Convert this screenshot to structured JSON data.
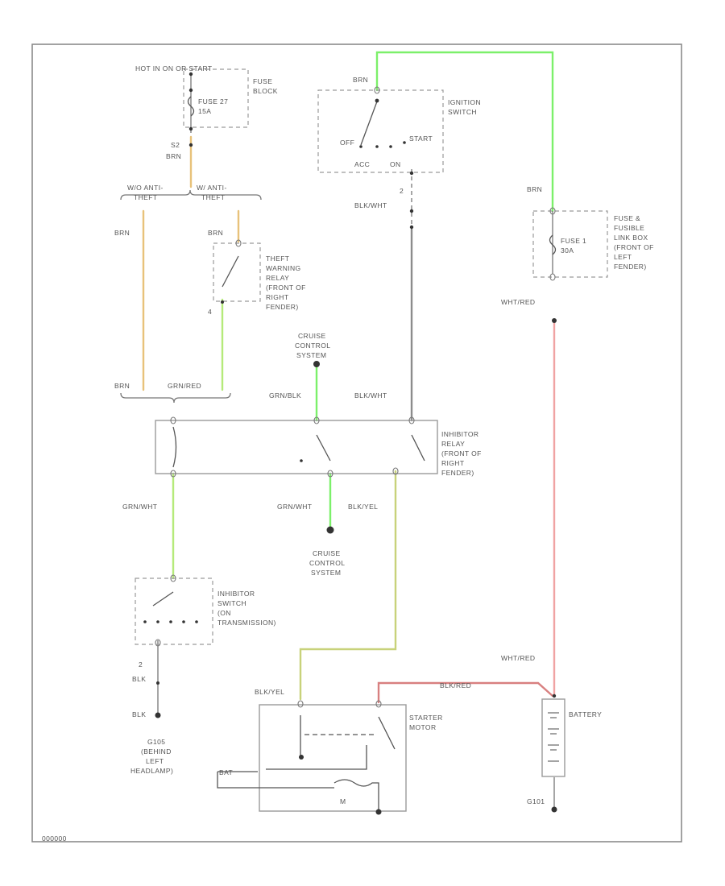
{
  "labels": {
    "fuse_block_header": "HOT IN ON OR START",
    "fuse_block": [
      "FUSE",
      "BLOCK"
    ],
    "fuse27": [
      "FUSE 27",
      "15A"
    ],
    "wire_s2": "S2",
    "wire_brn_top": "BRN",
    "splice_left": [
      "W/O ANTI-",
      "THEFT"
    ],
    "splice_right": [
      "W/ ANTI-",
      "THEFT"
    ],
    "brn_left": "BRN",
    "brn_right": "BRN",
    "theft_relay": [
      "THEFT",
      "WARNING",
      "RELAY",
      "(FRONT OF",
      "RIGHT",
      "FENDER)"
    ],
    "pin_theft": "4",
    "brn_bottom_left": "BRN",
    "grn_red_top": "GRN/RED",
    "ign_brn": "BRN",
    "ignition_switch": [
      "IGNITION",
      "SWITCH"
    ],
    "ign_off": "OFF",
    "ign_start": "START",
    "ign_acc": "ACC",
    "ign_on": "ON",
    "pin_ign": "2",
    "blk_wht_top": "BLK/WHT",
    "cruise_top": [
      "CRUISE",
      "CONTROL",
      "SYSTEM"
    ],
    "grn_blk": "GRN/BLK",
    "blk_wht_mid": "BLK/WHT",
    "inhibitor_relay": [
      "INHIBITOR",
      "RELAY",
      "(FRONT OF",
      "RIGHT",
      "FENDER)"
    ],
    "grn_wht_left": "GRN/WHT",
    "grn_wht_mid": "GRN/WHT",
    "blk_yel_mid": "BLK/YEL",
    "cruise_bottom": [
      "CRUISE",
      "CONTROL",
      "SYSTEM"
    ],
    "inhibitor_switch": [
      "INHIBITOR",
      "SWITCH",
      "(ON",
      "TRANSMISSION)"
    ],
    "pin_inh": "2",
    "blk_1": "BLK",
    "blk_2": "BLK",
    "ground": [
      "G105",
      "(BEHIND",
      "LEFT",
      "HEADLAMP)"
    ],
    "brn_right_top": "BRN",
    "fusible_link": [
      "FUSE &",
      "FUSIBLE",
      "LINK BOX",
      "(FRONT OF",
      "LEFT",
      "FENDER)"
    ],
    "fuse1": [
      "FUSE 1",
      "30A"
    ],
    "wht_red_top": "WHT/RED",
    "wht_red_bottom": "WHT/RED",
    "blk_red": "BLK/RED",
    "blk_yel_bottom": "BLK/YEL",
    "starter_motor": [
      "STARTER",
      "MOTOR"
    ],
    "battery": "BATTERY",
    "m_label": "M",
    "bat_label": "BAT",
    "g_battery": "G101",
    "diagram_id": "000000"
  },
  "colors": {
    "brown_wire": "#e8c27a",
    "green_wire": "#b5ea7a",
    "bright_green_wire": "#7cf06a",
    "yellow_green_wire": "#c8d27a",
    "red_wire": "#f0a3a3",
    "dark_red_wire": "#d88080",
    "gray_wire": "#8c8c8c",
    "frame": "#8a8a8a"
  }
}
